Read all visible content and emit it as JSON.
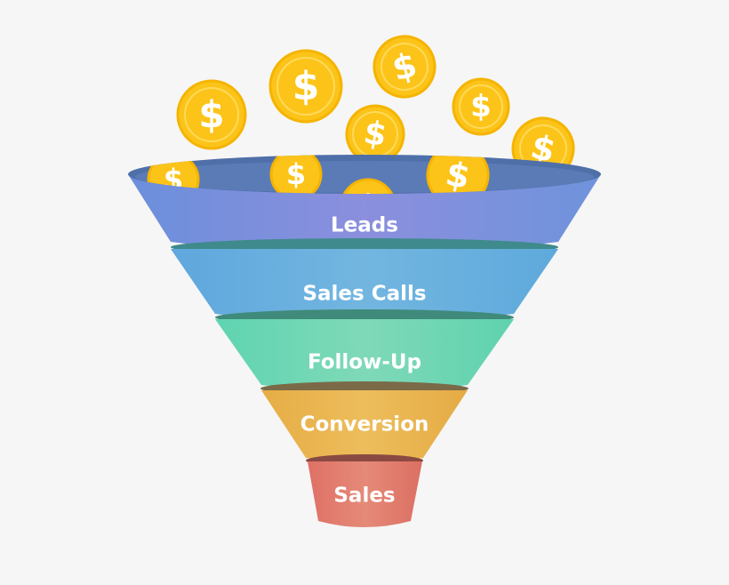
{
  "funnel": {
    "stages": [
      {
        "label": "Leads",
        "color": "#7f8ed8"
      },
      {
        "label": "Sales Calls",
        "color": "#6aaedb"
      },
      {
        "label": "Follow-Up",
        "color": "#67d2b0"
      },
      {
        "label": "Conversion",
        "color": "#e6b24f"
      },
      {
        "label": "Sales",
        "color": "#e07a6d"
      }
    ],
    "coin_symbol": "$",
    "coin_color": "#fcc419",
    "background": "#f6f6f6"
  }
}
